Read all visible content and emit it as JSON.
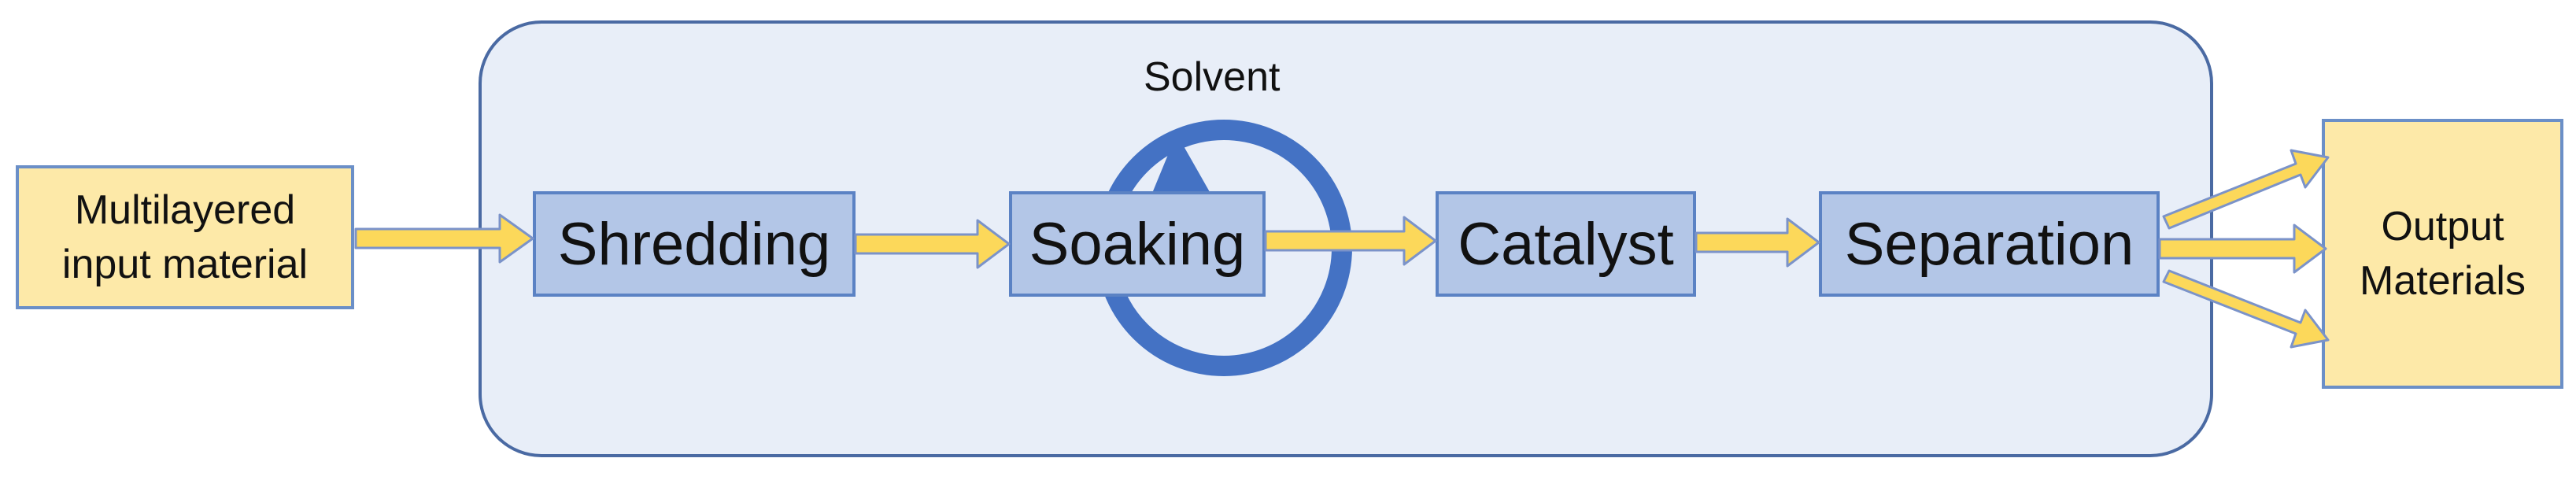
{
  "input": {
    "line1": "Multilayered",
    "line2": "input material"
  },
  "steps": [
    "Shredding",
    "Soaking",
    "Catalyst",
    "Separation"
  ],
  "solvent": "Solvent",
  "output": {
    "line1": "Output",
    "line2": "Materials"
  },
  "colors": {
    "arrow_fill": "#fcd85a",
    "arrow_stroke": "#7b93c9",
    "loop": "#4472c4",
    "step_fill": "#b3c6e7",
    "io_fill": "#fde9a8",
    "container_fill": "#e8eef8"
  }
}
